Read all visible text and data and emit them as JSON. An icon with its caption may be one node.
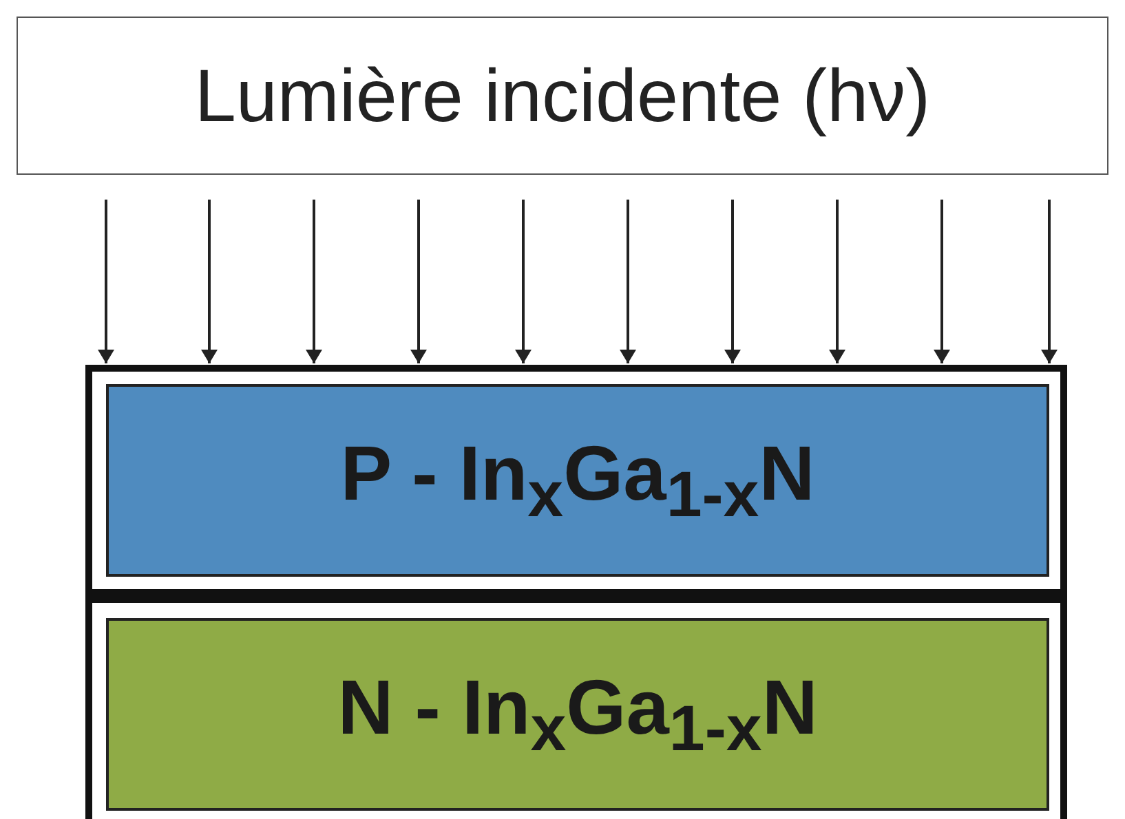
{
  "diagram": {
    "nodes": [
      {
        "text": [
          "Lumière incidente (hν)"
        ]
      },
      {
        "text": [],
        "shape": "box"
      },
      {
        "text": [
          "P - In$_{x}$Ga$_{1-x}$N"
        ],
        "in": 1
      },
      {
        "text": [
          "N - In$_{x}$Ga$_{1-x}$N"
        ],
        "in": 1
      }
    ],
    "edges": [
      {
        "from": 0,
        "to": 1,
        "arrow": "to"
      },
      {
        "from": 0,
        "to": 1,
        "arrow": "to"
      },
      {
        "from": 0,
        "to": 1,
        "arrow": "to"
      },
      {
        "from": 0,
        "to": 1,
        "arrow": "to"
      },
      {
        "from": 0,
        "to": 1,
        "arrow": "to"
      },
      {
        "from": 0,
        "to": 1,
        "arrow": "to"
      },
      {
        "from": 0,
        "to": 1,
        "arrow": "to"
      },
      {
        "from": 0,
        "to": 1,
        "arrow": "to"
      },
      {
        "from": 0,
        "to": 1,
        "arrow": "to"
      },
      {
        "from": 0,
        "to": 1,
        "arrow": "to"
      }
    ]
  }
}
